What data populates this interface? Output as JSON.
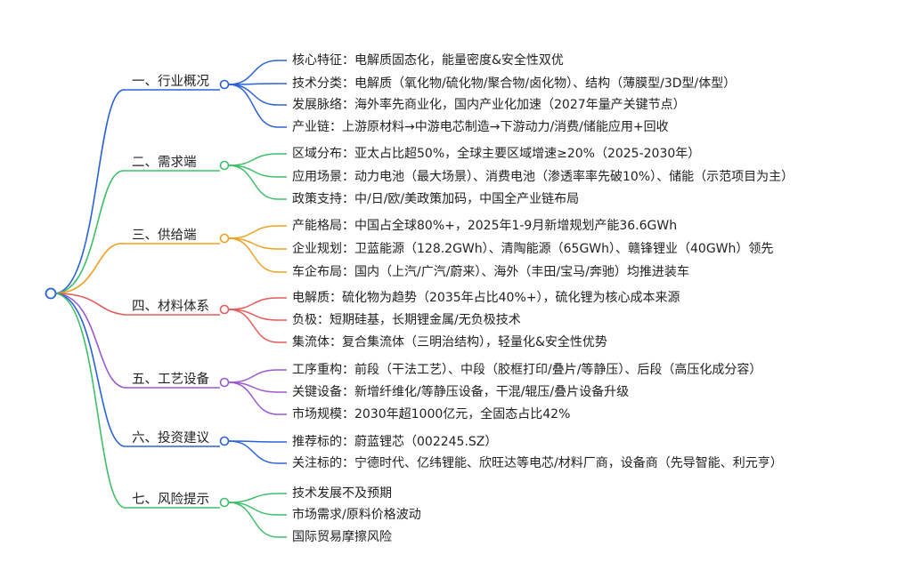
{
  "mindmap": {
    "branches": [
      {
        "label": "一、行业概况",
        "color": "#2a62d8",
        "children": [
          "核心特征：电解质固态化，能量密度&安全性双优",
          "技术分类：电解质（氧化物/硫化物/聚合物/卤化物）、结构（薄膜型/3D型/体型）",
          "发展脉络：海外率先商业化，国内产业化加速（2027年量产关键节点）",
          "产业链：上游原材料→中游电芯制造→下游动力/消费/储能应用+回收"
        ]
      },
      {
        "label": "二、需求端",
        "color": "#3fbf6a",
        "children": [
          "区域分布：亚太占比超50%，全球主要区域增速≥20%（2025-2030年）",
          "应用场景：动力电池（最大场景）、消费电池（渗透率率先破10%）、储能（示范项目为主）",
          "政策支持：中/日/欧/美政策加码，中国全产业链布局"
        ]
      },
      {
        "label": "三、供给端",
        "color": "#f0a020",
        "children": [
          "产能格局：中国占全球80%+，2025年1-9月新增规划产能36.6GWh",
          "企业规划：卫蓝能源（128.2GWh）、清陶能源（65GWh）、赣锋锂业（40GWh）领先",
          "车企布局：国内（上汽/广汽/蔚来）、海外（丰田/宝马/奔驰）均推进装车"
        ]
      },
      {
        "label": "四、材料体系",
        "color": "#e55a5a",
        "children": [
          "电解质：硫化物为趋势（2035年占比40%+），硫化锂为核心成本来源",
          "负极：短期硅基，长期锂金属/无负极技术",
          "集流体：复合集流体（三明治结构），轻量化&安全性优势"
        ]
      },
      {
        "label": "五、工艺设备",
        "color": "#9b59d0",
        "children": [
          "工序重构：前段（干法工艺）、中段（胶框打印/叠片/等静压）、后段（高压化成分容）",
          "关键设备：新增纤维化/等静压设备，干混/辊压/叠片设备升级",
          "市场规模：2030年超1000亿元，全固态占比42%"
        ]
      },
      {
        "label": "六、投资建议",
        "color": "#2a62d8",
        "children": [
          "推荐标的：蔚蓝锂芯（002245.SZ）",
          "关注标的：宁德时代、亿纬锂能、欣旺达等电芯/材料厂商，设备商（先导智能、利元亨）"
        ]
      },
      {
        "label": "七、风险提示",
        "color": "#3fbf6a",
        "children": [
          "技术发展不及预期",
          "市场需求/原料价格波动",
          "国际贸易摩擦风险"
        ]
      }
    ]
  }
}
